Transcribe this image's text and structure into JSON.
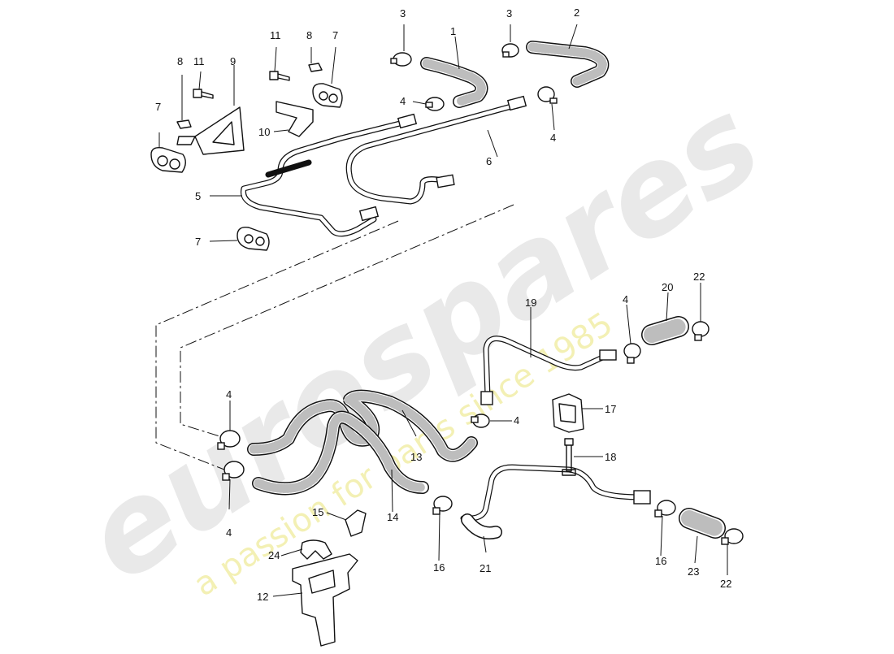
{
  "watermark": {
    "brand": "eurospares",
    "tagline": "a passion for parts since 1985"
  },
  "callouts": [
    {
      "id": "c1",
      "text": "1"
    },
    {
      "id": "c2",
      "text": "2"
    },
    {
      "id": "c3a",
      "text": "3"
    },
    {
      "id": "c3b",
      "text": "3"
    },
    {
      "id": "c4a",
      "text": "4"
    },
    {
      "id": "c4b",
      "text": "4"
    },
    {
      "id": "c4c",
      "text": "4"
    },
    {
      "id": "c4d",
      "text": "4"
    },
    {
      "id": "c4e",
      "text": "4"
    },
    {
      "id": "c4f",
      "text": "4"
    },
    {
      "id": "c5",
      "text": "5"
    },
    {
      "id": "c6",
      "text": "6"
    },
    {
      "id": "c7a",
      "text": "7"
    },
    {
      "id": "c7b",
      "text": "7"
    },
    {
      "id": "c7c",
      "text": "7"
    },
    {
      "id": "c8a",
      "text": "8"
    },
    {
      "id": "c8b",
      "text": "8"
    },
    {
      "id": "c9",
      "text": "9"
    },
    {
      "id": "c10",
      "text": "10"
    },
    {
      "id": "c11a",
      "text": "11"
    },
    {
      "id": "c11b",
      "text": "11"
    },
    {
      "id": "c12",
      "text": "12"
    },
    {
      "id": "c13",
      "text": "13"
    },
    {
      "id": "c14",
      "text": "14"
    },
    {
      "id": "c15",
      "text": "15"
    },
    {
      "id": "c16a",
      "text": "16"
    },
    {
      "id": "c16b",
      "text": "16"
    },
    {
      "id": "c17",
      "text": "17"
    },
    {
      "id": "c18",
      "text": "18"
    },
    {
      "id": "c19",
      "text": "19"
    },
    {
      "id": "c20",
      "text": "20"
    },
    {
      "id": "c21",
      "text": "21"
    },
    {
      "id": "c22a",
      "text": "22"
    },
    {
      "id": "c22b",
      "text": "22"
    },
    {
      "id": "c23",
      "text": "23"
    },
    {
      "id": "c24",
      "text": "24"
    }
  ]
}
